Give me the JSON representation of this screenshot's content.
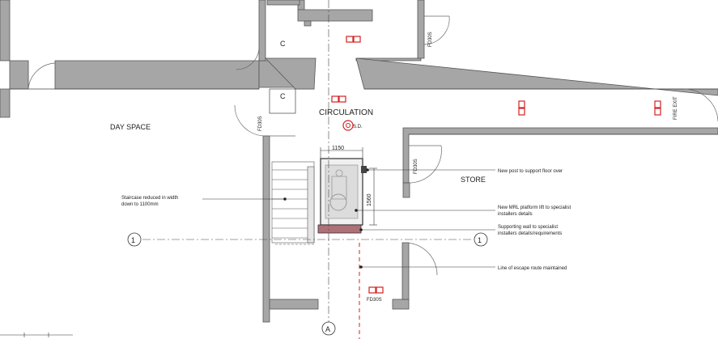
{
  "rooms": {
    "day_space": "DAY SPACE",
    "circulation": "CIRCULATION",
    "store": "STORE",
    "cupboard_1": "C",
    "cupboard_2": "C"
  },
  "doors": {
    "door_1": "FD30S",
    "door_2": "FD30S",
    "door_3": "FD30S",
    "door_4": "FD30S"
  },
  "signs": {
    "fire_exit": "FIRE EXIT",
    "smoke_detector": "S.D."
  },
  "dimensions": {
    "lift_width": "1150",
    "lift_depth": "1560"
  },
  "gridlines": {
    "row_left": "1",
    "row_right": "1",
    "column": "A"
  },
  "annotations": {
    "staircase_line1": "Staircase reduced in width",
    "staircase_line2": "down to 1100mm",
    "post_note": "New post to support floor over",
    "lift_line1": "New MRL platform lift to specialist",
    "lift_line2": "installers details",
    "wall_line1": "Supporting wall to specialist",
    "wall_line2": "installers details/requirements",
    "escape_note": "Line of escape route maintained"
  },
  "colors": {
    "wall": "#a6a6a6",
    "wall_edge": "#555555",
    "fire_red": "#d42020",
    "support_wall": "#b07078"
  }
}
